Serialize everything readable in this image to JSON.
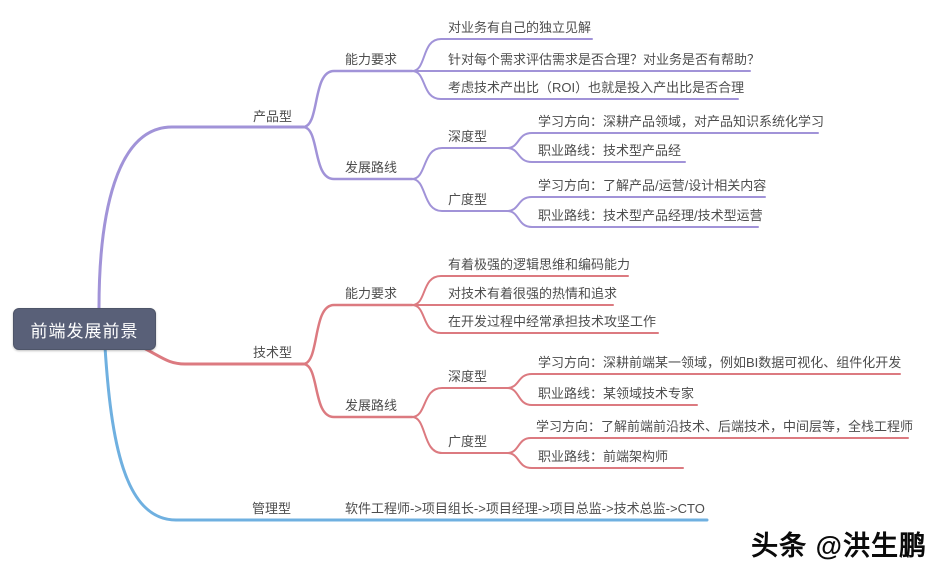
{
  "map": {
    "root": {
      "label": "前端发展前景"
    },
    "branches": [
      {
        "label": "产品型",
        "children": [
          {
            "label": "能力要求",
            "leaves": [
              {
                "label": "对业务有自己的独立见解"
              },
              {
                "label": "针对每个需求评估需求是否合理？对业务是否有帮助？"
              },
              {
                "label": "考虑技术产出比（ROI）也就是投入产出比是否合理"
              }
            ]
          },
          {
            "label": "发展路线",
            "children": [
              {
                "label": "深度型",
                "leaves": [
                  {
                    "label": "学习方向：深耕产品领域，对产品知识系统化学习"
                  },
                  {
                    "label": "职业路线：技术型产品经"
                  }
                ]
              },
              {
                "label": "广度型",
                "leaves": [
                  {
                    "label": "学习方向：了解产品/运营/设计相关内容"
                  },
                  {
                    "label": "职业路线：技术型产品经理/技术型运营"
                  }
                ]
              }
            ]
          }
        ]
      },
      {
        "label": "技术型",
        "children": [
          {
            "label": "能力要求",
            "leaves": [
              {
                "label": "有着极强的逻辑思维和编码能力"
              },
              {
                "label": "对技术有着很强的热情和追求"
              },
              {
                "label": "在开发过程中经常承担技术攻坚工作"
              }
            ]
          },
          {
            "label": "发展路线",
            "children": [
              {
                "label": "深度型",
                "leaves": [
                  {
                    "label": "学习方向：深耕前端某一领域，例如BI数据可视化、组件化开发"
                  },
                  {
                    "label": "职业路线：某领域技术专家"
                  }
                ]
              },
              {
                "label": "广度型",
                "leaves": [
                  {
                    "label": "学习方向：了解前端前沿技术、后端技术，中间层等，全栈工程师"
                  },
                  {
                    "label": "职业路线：前端架构师"
                  }
                ]
              }
            ]
          }
        ]
      },
      {
        "label": "管理型",
        "path_label": "软件工程师->项目组长->项目经理->项目总监->技术总监->CTO"
      }
    ]
  },
  "watermark": {
    "text": "头条 @洪生鹏"
  },
  "colors": {
    "product": "#a193d8",
    "tech": "#dc7a80",
    "manage": "#6fb0e0",
    "root_box": "#596078",
    "text": "#4d4d4d"
  }
}
